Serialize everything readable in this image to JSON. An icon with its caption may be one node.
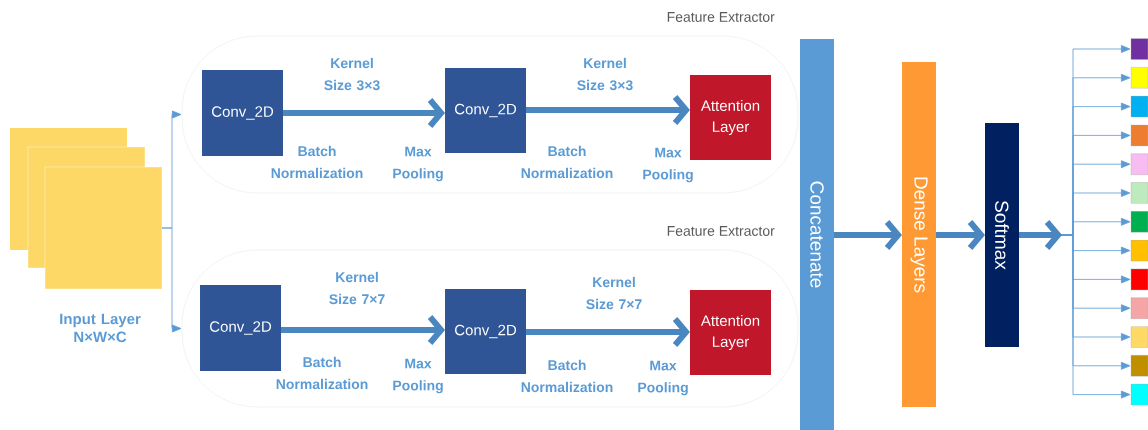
{
  "diagram": {
    "nodes": [
      {
        "text": [
          "Input Layer N×W×C"
        ]
      },
      {
        "text": [
          "Feature Extractor"
        ]
      },
      {
        "text": [
          "Conv_2D"
        ],
        "in": 1
      },
      {
        "text": [
          "Conv_2D"
        ],
        "in": 1
      },
      {
        "text": [
          "Attention Layer"
        ],
        "in": 1
      },
      {
        "text": [
          "Feature Extractor"
        ]
      },
      {
        "text": [
          "Conv_2D"
        ],
        "in": 5
      },
      {
        "text": [
          "Conv_2D"
        ],
        "in": 5
      },
      {
        "text": [
          "Attention Layer"
        ],
        "in": 5
      },
      {
        "text": [
          "Concatenate"
        ]
      },
      {
        "text": [
          "Dense Layers"
        ]
      },
      {
        "text": [
          "Softmax"
        ]
      },
      {
        "text": [],
        "shape": "box"
      },
      {
        "text": [],
        "shape": "box"
      },
      {
        "text": [],
        "shape": "box"
      },
      {
        "text": [],
        "shape": "box"
      },
      {
        "text": [],
        "shape": "box"
      },
      {
        "text": [],
        "shape": "box"
      },
      {
        "text": [],
        "shape": "box"
      },
      {
        "text": [],
        "shape": "box"
      },
      {
        "text": [],
        "shape": "box"
      },
      {
        "text": [],
        "shape": "box"
      },
      {
        "text": [],
        "shape": "box"
      },
      {
        "text": [],
        "shape": "box"
      },
      {
        "text": [],
        "shape": "box"
      }
    ],
    "edges": [
      {
        "from": 0,
        "to": 1,
        "arrow": "to"
      },
      {
        "from": 0,
        "to": 5,
        "arrow": "to"
      },
      {
        "from": 2,
        "to": 3,
        "arrow": "to",
        "label": "Kernel Size 3×3",
        "style": "thick",
        "color": "#4a86c0"
      },
      {
        "from": 3,
        "to": 4,
        "arrow": "to",
        "label": "Kernel Size 3×3",
        "style": "thick",
        "color": "#4a86c0"
      },
      {
        "from": 6,
        "to": 7,
        "arrow": "to",
        "label": "Kernel Size 7×7",
        "style": "thick",
        "color": "#4a86c0"
      },
      {
        "from": 7,
        "to": 8,
        "arrow": "to",
        "label": "Kernel Size 7×7",
        "style": "thick",
        "color": "#4a86c0"
      },
      {
        "from": 9,
        "to": 10,
        "arrow": "to",
        "style": "thick",
        "color": "#4a86c0"
      },
      {
        "from": 10,
        "to": 11,
        "arrow": "to",
        "style": "thick",
        "color": "#4a86c0"
      },
      {
        "from": 11,
        "to": 12,
        "arrow": "to"
      },
      {
        "from": 11,
        "to": 13,
        "arrow": "to"
      },
      {
        "from": 11,
        "to": 14,
        "arrow": "to"
      },
      {
        "from": 11,
        "to": 15,
        "arrow": "to"
      },
      {
        "from": 11,
        "to": 16,
        "arrow": "to"
      },
      {
        "from": 11,
        "to": 17,
        "arrow": "to"
      },
      {
        "from": 11,
        "to": 18,
        "arrow": "to"
      },
      {
        "from": 11,
        "to": 19,
        "arrow": "to"
      },
      {
        "from": 11,
        "to": 20,
        "arrow": "to"
      },
      {
        "from": 11,
        "to": 21,
        "arrow": "to"
      },
      {
        "from": 11,
        "to": 22,
        "arrow": "to"
      },
      {
        "from": 11,
        "to": 23,
        "arrow": "to"
      },
      {
        "from": 11,
        "to": 24,
        "arrow": "to"
      }
    ],
    "labels": [
      "Batch Normalization",
      "Max Pooling",
      "Batch Normalization",
      "Max Pooling",
      "Batch Normalization",
      "Max Pooling",
      "Batch Normalization",
      "Max Pooling"
    ]
  }
}
